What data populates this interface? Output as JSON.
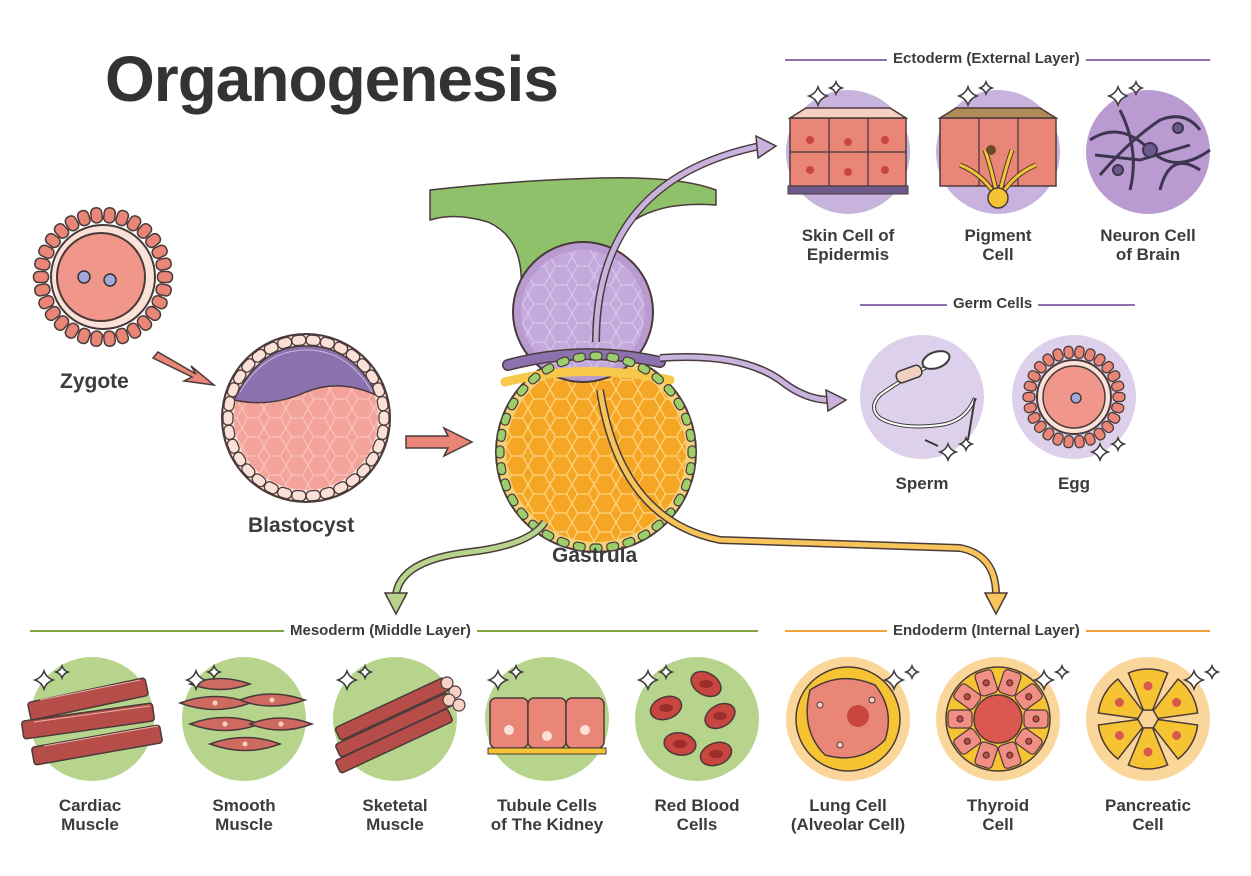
{
  "title": "Organogenesis",
  "colors": {
    "ectoderm": "#8e6fb0",
    "germ": "#8e6fb0",
    "mesoderm": "#7fa547",
    "endoderm": "#f0a03a",
    "arrow_salmon": "#e98677"
  },
  "stages": {
    "zygote": "Zygote",
    "blastocyst": "Blastocyst",
    "gastrula": "Gastrula"
  },
  "sections": {
    "ectoderm": "Ectoderm (External Layer)",
    "germ": "Germ Cells",
    "mesoderm": "Mesoderm (Middle Layer)",
    "endoderm": "Endoderm (Internal Layer)"
  },
  "cells": {
    "skin": [
      "Skin Cell of",
      "Epidermis"
    ],
    "pigment": [
      "Pigment",
      "Cell"
    ],
    "neuron": [
      "Neuron Cell",
      "of Brain"
    ],
    "sperm": [
      "Sperm"
    ],
    "egg": [
      "Egg"
    ],
    "cardiac": [
      "Cardiac",
      "Muscle"
    ],
    "smooth": [
      "Smooth",
      "Muscle"
    ],
    "skeletal": [
      "Sketetal",
      "Muscle"
    ],
    "tubule": [
      "Tubule Cells",
      "of The Kidney"
    ],
    "rbc": [
      "Red Blood",
      "Cells"
    ],
    "lung": [
      "Lung Cell",
      "(Alveolar Cell)"
    ],
    "thyroid": [
      "Thyroid",
      "Cell"
    ],
    "pancreatic": [
      "Pancreatic",
      "Cell"
    ]
  }
}
